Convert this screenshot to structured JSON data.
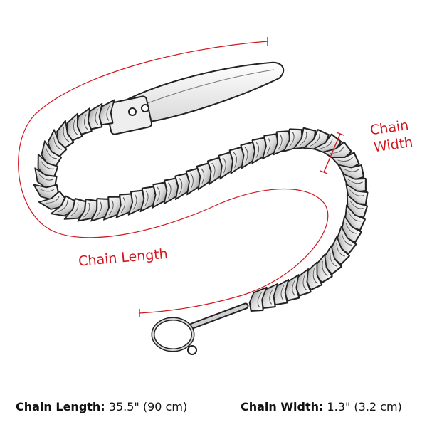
{
  "diagram": {
    "callouts": {
      "length": "Chain Length",
      "width_line1": "Chain",
      "width_line2": "Width"
    },
    "colors": {
      "accent": "#d1161e",
      "ink": "#222222",
      "metal_light": "#f2f2f2",
      "metal_shadow": "#9a9a9a"
    }
  },
  "specs": {
    "length": {
      "label": "Chain Length:",
      "value": "35.5\" (90 cm)"
    },
    "width": {
      "label": "Chain Width:",
      "value": "1.3\" (3.2 cm)"
    }
  }
}
